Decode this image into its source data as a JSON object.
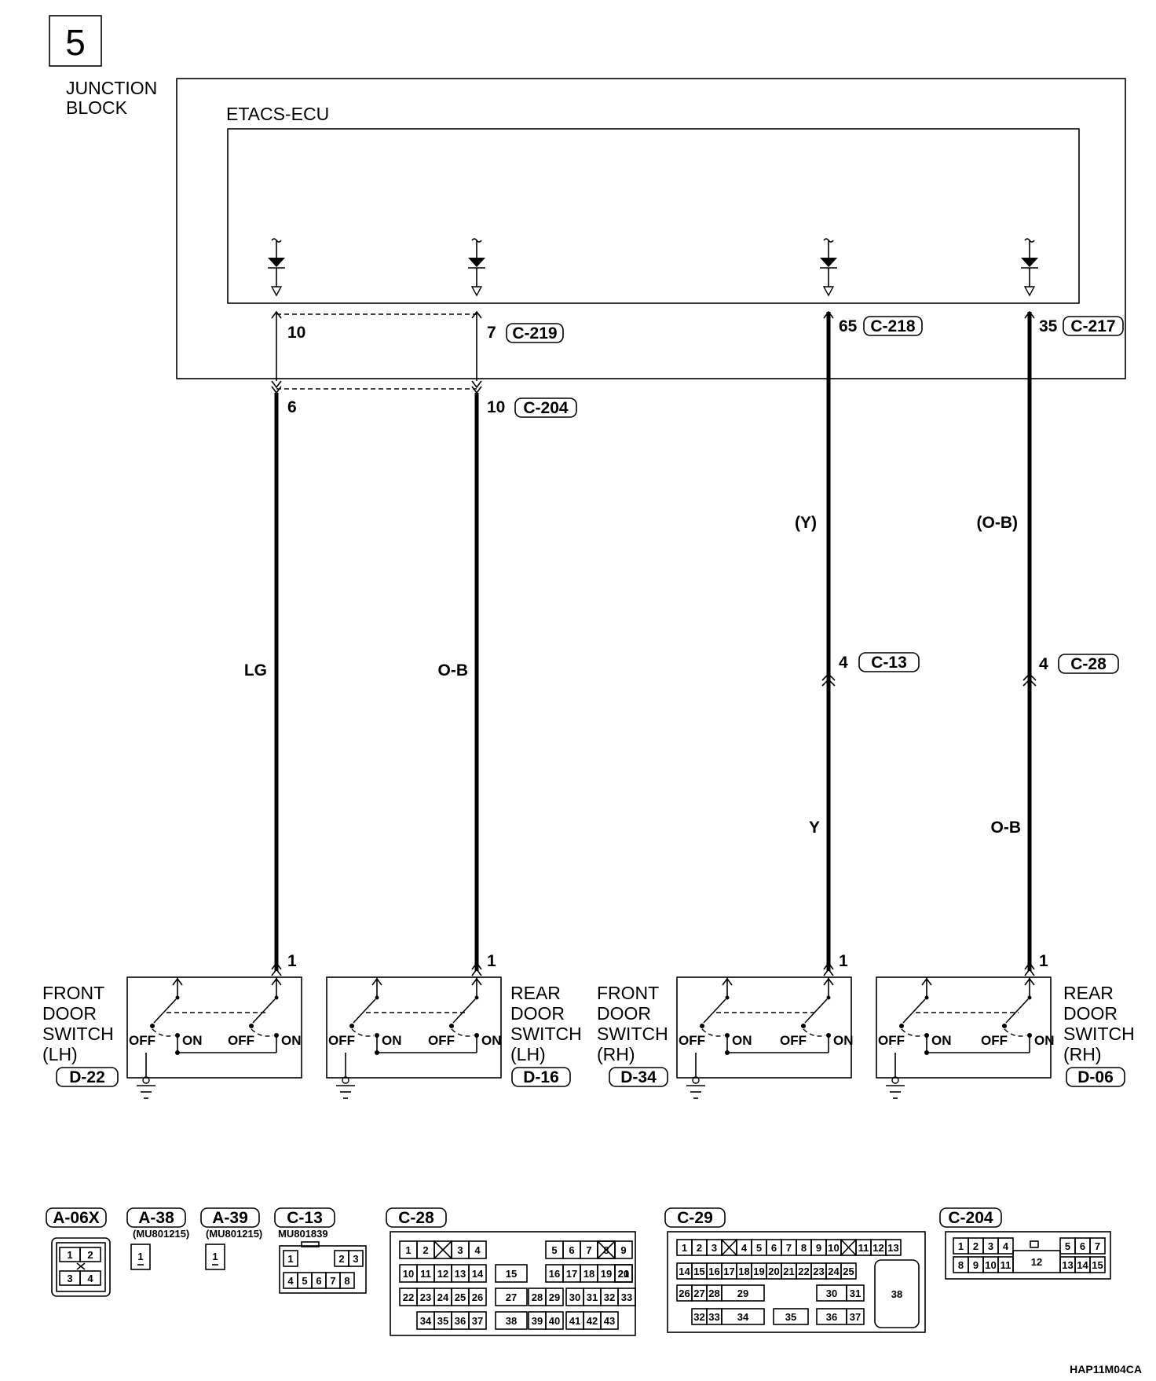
{
  "sheet_number": "5",
  "junction_block": {
    "label_line1": "JUNCTION",
    "label_line2": "BLOCK",
    "ecu_label": "ETACS-ECU"
  },
  "wires": [
    {
      "id": "front-lh",
      "ecu_pin": "10",
      "jb_pin": "6",
      "jb_connector": "C-204",
      "color_top": "",
      "inline_pin": "",
      "inline_connector": "",
      "color": "LG",
      "switch_pin": "1"
    },
    {
      "id": "rear-lh",
      "ecu_pin": "7",
      "ecu_connector": "C-219",
      "jb_pin": "10",
      "jb_connector": "C-204",
      "color_top": "",
      "inline_pin": "",
      "inline_connector": "",
      "color": "O-B",
      "switch_pin": "1"
    },
    {
      "id": "front-rh",
      "ecu_pin": "65",
      "ecu_connector": "C-218",
      "color_top": "(Y)",
      "inline_pin": "4",
      "inline_connector": "C-13",
      "color": "Y",
      "switch_pin": "1"
    },
    {
      "id": "rear-rh",
      "ecu_pin": "35",
      "ecu_connector": "C-217",
      "color_top": "(O-B)",
      "inline_pin": "4",
      "inline_connector": "C-28",
      "color": "O-B",
      "switch_pin": "1"
    }
  ],
  "switches": [
    {
      "lines": [
        "FRONT",
        "DOOR",
        "SWITCH",
        "(LH)"
      ],
      "connector": "D-22",
      "off": "OFF",
      "on": "ON"
    },
    {
      "lines": [
        "REAR",
        "DOOR",
        "SWITCH",
        "(LH)"
      ],
      "connector": "D-16",
      "off": "OFF",
      "on": "ON"
    },
    {
      "lines": [
        "FRONT",
        "DOOR",
        "SWITCH",
        "(RH)"
      ],
      "connector": "D-34",
      "off": "OFF",
      "on": "ON"
    },
    {
      "lines": [
        "REAR",
        "DOOR",
        "SWITCH",
        "(RH)"
      ],
      "connector": "D-06",
      "off": "OFF",
      "on": "ON"
    }
  ],
  "connector_views": [
    {
      "name": "A-06X",
      "part": "",
      "pins": [
        "1",
        "2",
        "3",
        "4"
      ]
    },
    {
      "name": "A-38",
      "part": "(MU801215)",
      "pins": [
        "1"
      ]
    },
    {
      "name": "A-39",
      "part": "(MU801215)",
      "pins": [
        "1"
      ]
    },
    {
      "name": "C-13",
      "part": "MU801839",
      "pins": [
        "1",
        "2",
        "3",
        "4",
        "5",
        "6",
        "7",
        "8"
      ]
    },
    {
      "name": "C-28",
      "part": "",
      "pins": [
        "1",
        "2",
        "3",
        "4",
        "5",
        "6",
        "7",
        "8",
        "9",
        "10",
        "11",
        "12",
        "13",
        "14",
        "15",
        "16",
        "17",
        "18",
        "19",
        "20",
        "21",
        "22",
        "23",
        "24",
        "25",
        "26",
        "27",
        "28",
        "29",
        "30",
        "31",
        "32",
        "33",
        "34",
        "35",
        "36",
        "37",
        "38",
        "39",
        "40",
        "41",
        "42",
        "43"
      ]
    },
    {
      "name": "C-29",
      "part": "",
      "pins": [
        "1",
        "2",
        "3",
        "4",
        "5",
        "6",
        "7",
        "8",
        "9",
        "10",
        "11",
        "12",
        "13",
        "14",
        "15",
        "16",
        "17",
        "18",
        "19",
        "20",
        "21",
        "22",
        "23",
        "24",
        "25",
        "26",
        "27",
        "28",
        "29",
        "30",
        "31",
        "32",
        "33",
        "34",
        "35",
        "36",
        "37",
        "38"
      ]
    },
    {
      "name": "C-204",
      "part": "",
      "pins": [
        "1",
        "2",
        "3",
        "4",
        "5",
        "6",
        "7",
        "8",
        "9",
        "10",
        "11",
        "12",
        "13",
        "14",
        "15"
      ]
    }
  ],
  "figure_code": "HAP11M04CA"
}
